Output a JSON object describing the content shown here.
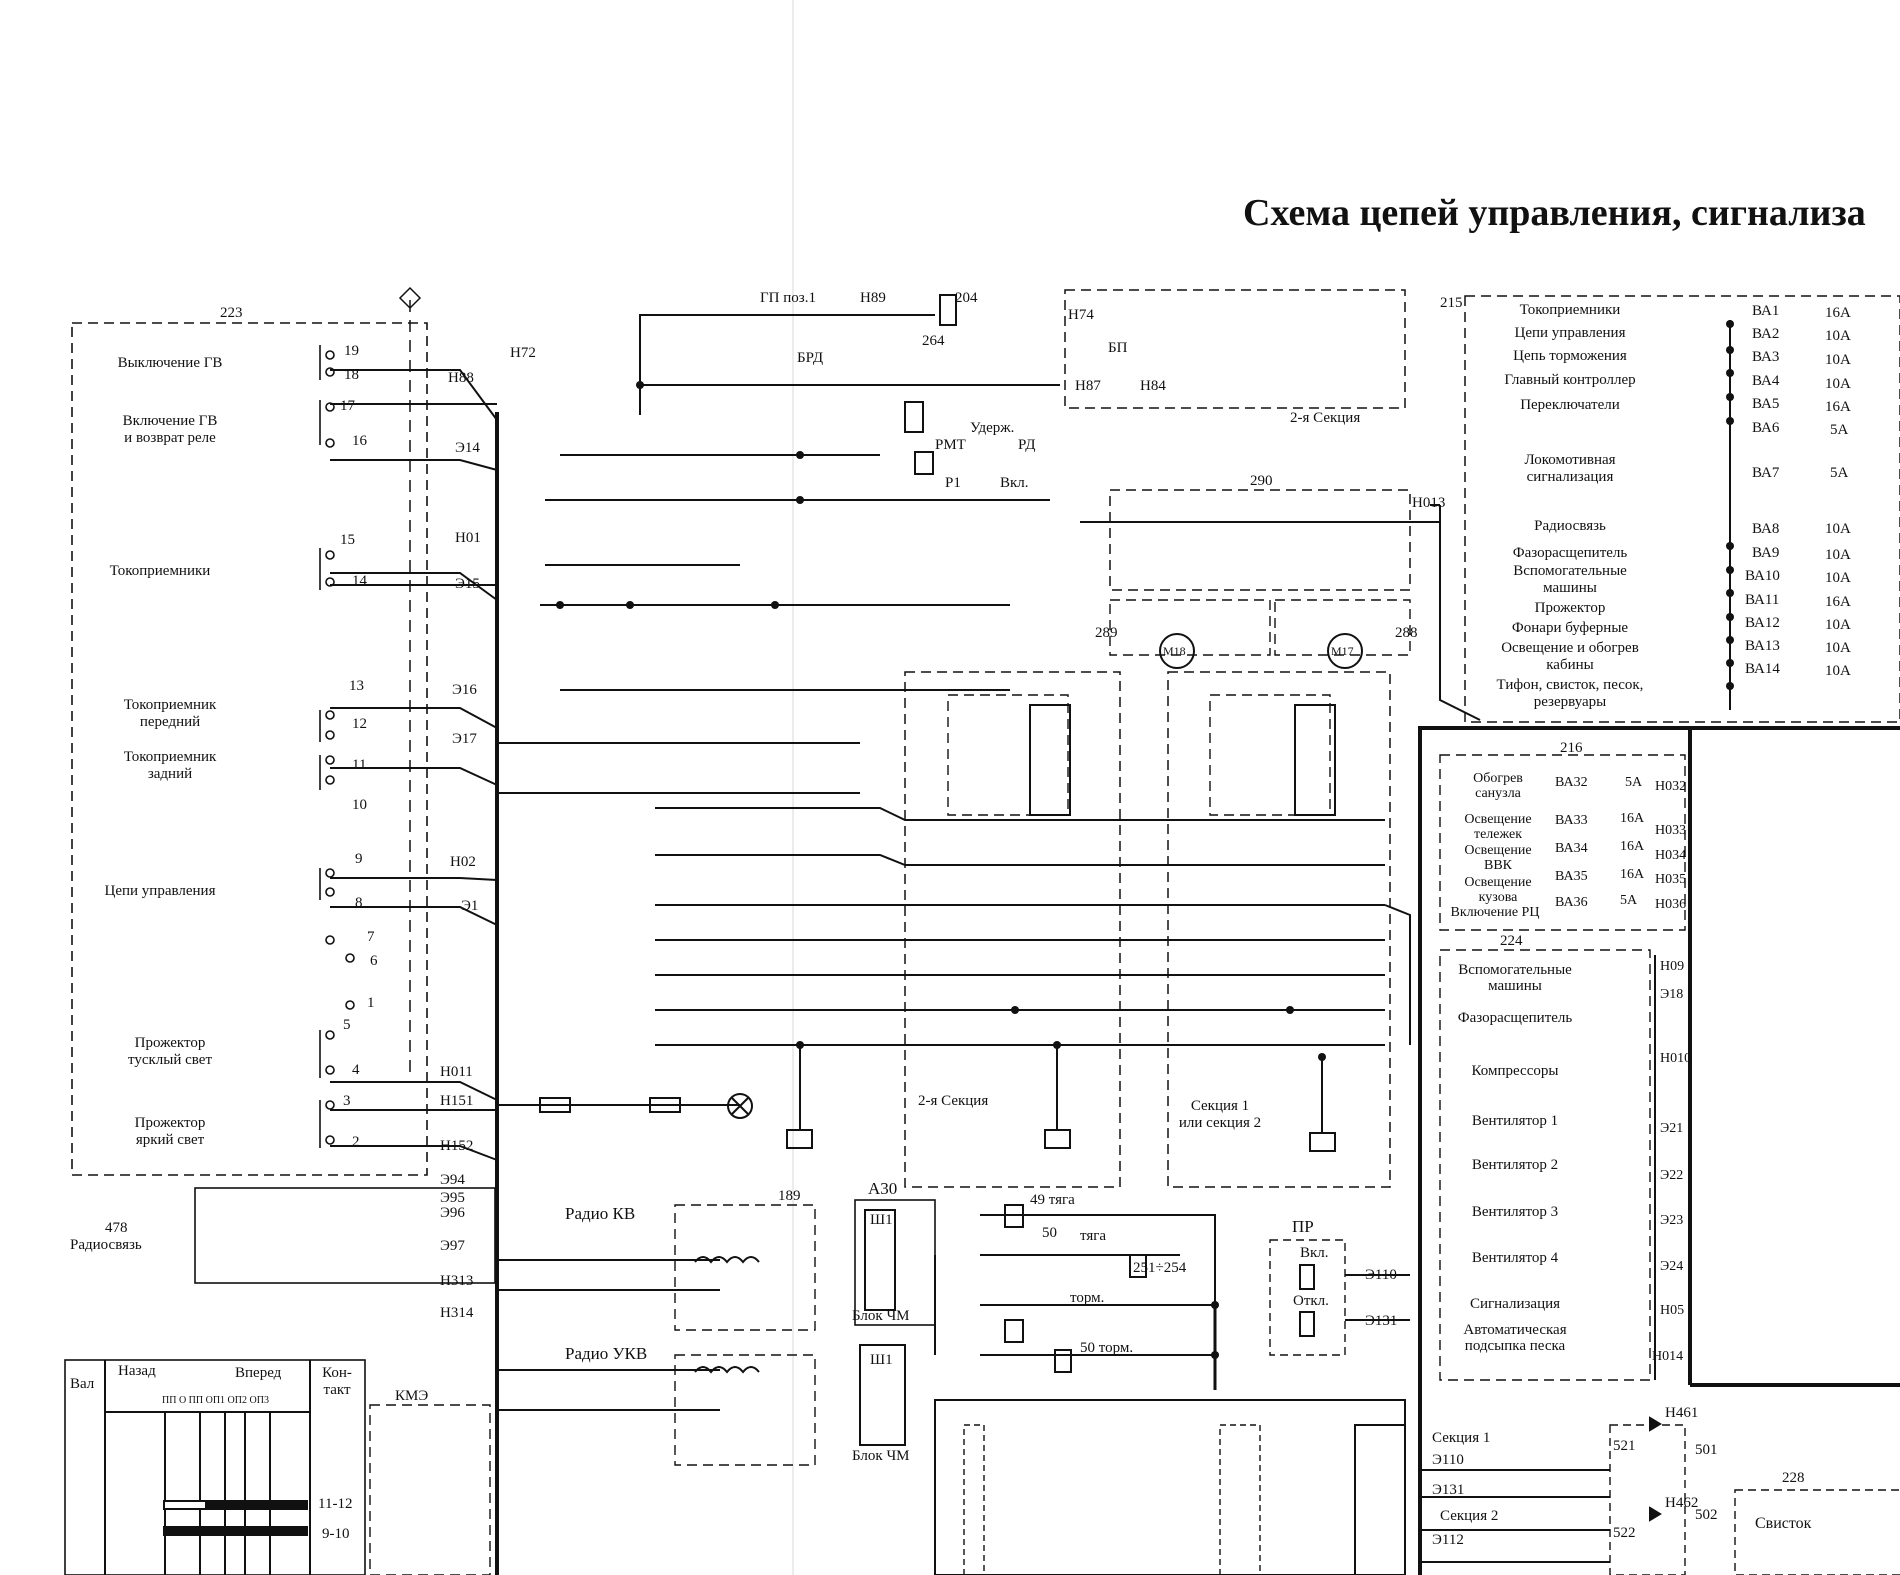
{
  "title": "Схема цепей управления, сигнализа",
  "blocks": {
    "b223": "223",
    "b215": "215",
    "b216": "216",
    "b224": "224",
    "b290": "290",
    "b228": "228",
    "b189": "189",
    "a30": "А30",
    "kme": "КМЭ",
    "section2_top": "2-я Секция",
    "section2_mid": "2-я Секция",
    "section1_mid": "Секция 1\nили секция 2"
  },
  "left_panel": [
    {
      "label": "Выключение ГВ",
      "contacts": [
        "19",
        "18"
      ]
    },
    {
      "label": "Включение ГВ\nи возврат реле",
      "contacts": [
        "17",
        "16"
      ]
    },
    {
      "label": "Токоприемники",
      "contacts": [
        "15",
        "14"
      ]
    },
    {
      "label": "Токоприемник\nпередний",
      "contacts": [
        "13",
        "12"
      ]
    },
    {
      "label": "Токоприемник\nзадний",
      "contacts": [
        "11",
        "10"
      ]
    },
    {
      "label": "Цепи управления",
      "contacts": [
        "9",
        "8"
      ]
    },
    {
      "label": "",
      "contacts": [
        "7",
        "6",
        "1"
      ]
    },
    {
      "label": "Прожектор\nтусклый свет",
      "contacts": [
        "5",
        "4"
      ]
    },
    {
      "label": "Прожектор\nяркий свет",
      "contacts": [
        "3",
        "2"
      ]
    }
  ],
  "wires_left": [
    "Н88",
    "Э14",
    "Н01",
    "Э15",
    "Э16",
    "Э17",
    "Н02",
    "Э1",
    "Н011",
    "Н151",
    "Н152",
    "Н72"
  ],
  "radio": {
    "num": "478",
    "label": "Радиосвязь",
    "wires": [
      "Э94",
      "Э95",
      "Э96",
      "Э97",
      "Н313",
      "Н314"
    ],
    "kv": "Радио КВ",
    "ukv": "Радио УКВ",
    "block1": "Блок ЧМ",
    "block2": "Блок ЧМ",
    "sh1": "Ш1",
    "sh2": "Ш1"
  },
  "table": {
    "col_val": "Вал",
    "col_back": "Назад",
    "col_fwd": "Вперед",
    "col_contact": "Кон-\nтакт",
    "positions": "ПП О ПП ОП1 ОП2 ОП3",
    "rows": [
      "11-12",
      "9-10"
    ]
  },
  "fuse_panel": [
    {
      "label": "Токоприемники",
      "fuse": "ВА1",
      "rating": "16А"
    },
    {
      "label": "Цепи управления",
      "fuse": "ВА2",
      "rating": "10А"
    },
    {
      "label": "Цепь торможения",
      "fuse": "ВА3",
      "rating": "10А"
    },
    {
      "label": "Главный контроллер",
      "fuse": "ВА4",
      "rating": "10А"
    },
    {
      "label": "Переключатели",
      "fuse": "ВА5",
      "rating": "16А"
    },
    {
      "label": "",
      "fuse": "ВА6",
      "rating": "5А"
    },
    {
      "label": "Локомотивная\nсигнализация",
      "fuse": "ВА7",
      "rating": "5А"
    },
    {
      "label": "Радиосвязь",
      "fuse": "ВА8",
      "rating": "10А"
    },
    {
      "label": "Фазорасщепитель",
      "fuse": "ВА9",
      "rating": "10А"
    },
    {
      "label": "Вспомогательные\nмашины",
      "fuse": "ВА10",
      "rating": "10А"
    },
    {
      "label": "Прожектор",
      "fuse": "ВА11",
      "rating": "16А"
    },
    {
      "label": "Фонари буферные",
      "fuse": "ВА12",
      "rating": "10А"
    },
    {
      "label": "Освещение и обогрев\nкабины",
      "fuse": "ВА13",
      "rating": "10А"
    },
    {
      "label": "Тифон, свисток, песок,\nрезервуары",
      "fuse": "ВА14",
      "rating": "10А"
    }
  ],
  "panel216": [
    {
      "label": "Обогрев\nсанузла",
      "fuse": "ВА32",
      "rating": "5А",
      "wire": "Н032"
    },
    {
      "label": "Освещение\nтележек",
      "fuse": "ВА33",
      "rating": "16А",
      "wire": "Н033"
    },
    {
      "label": "Освещение\nВВК",
      "fuse": "ВА34",
      "rating": "16А",
      "wire": "Н034"
    },
    {
      "label": "Освещение\nкузова",
      "fuse": "ВА35",
      "rating": "16А",
      "wire": "Н035"
    },
    {
      "label": "Включение РЦ",
      "fuse": "ВА36",
      "rating": "5А",
      "wire": "Н036"
    }
  ],
  "panel224": [
    {
      "label": "Вспомогательные\nмашины",
      "wire": "Н09"
    },
    {
      "label": "Фазорасщепитель",
      "wire": "Э18"
    },
    {
      "label": "Компрессоры",
      "wire": "Н010"
    },
    {
      "label": "Вентилятор 1",
      "wire": "Э21"
    },
    {
      "label": "Вентилятор 2",
      "wire": "Э22"
    },
    {
      "label": "Вентилятор 3",
      "wire": "Э23"
    },
    {
      "label": "Вентилятор 4",
      "wire": "Э24"
    },
    {
      "label": "Сигнализация",
      "wire": "Н05"
    },
    {
      "label": "Автоматическая\nподсыпка песка",
      "wire": "Н014"
    }
  ],
  "relays_top": {
    "gp": "ГП поз.1",
    "n89": "Н89",
    "r204": "204",
    "r264": "264",
    "brd": "БРД",
    "rmt": "РМТ",
    "rd": "РД",
    "hold": "Удерж.",
    "on": "Вкл.",
    "r1": "Р1",
    "bp": "БП",
    "n74": "Н74",
    "n87": "Н87",
    "n84": "Н84",
    "n013": "Н013"
  },
  "motors": {
    "m18": "М18",
    "m17": "М17",
    "n289": "289",
    "n288": "288"
  },
  "pr": {
    "label": "ПР",
    "on": "Вкл.",
    "off": "Откл.",
    "e110": "Э110",
    "e131": "Э131"
  },
  "traction": {
    "t49": "49 тяга",
    "t50": "50",
    "tyaga": "тяга",
    "t251": "251÷254",
    "torm": "торм.",
    "t50torm": "50 торм."
  },
  "bottom_right": {
    "sec1": "Секция 1",
    "sec2": "Секция 2",
    "e110": "Э110",
    "e131": "Э131",
    "e112": "Э112",
    "whistle": "Свисток",
    "n461": "Н461",
    "n462": "Н462",
    "r501": "501",
    "r502": "502",
    "r521": "521",
    "r522": "522"
  }
}
